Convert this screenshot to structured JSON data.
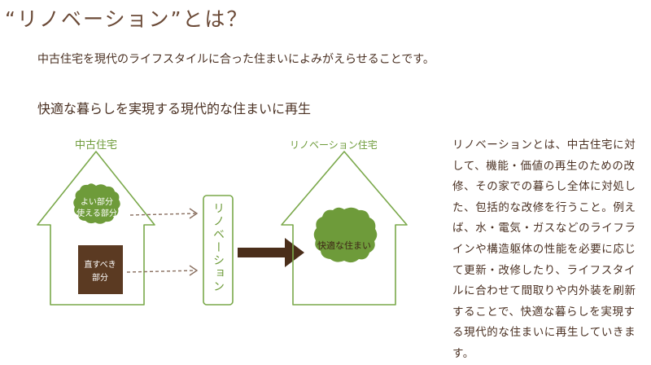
{
  "page": {
    "title": "“リノベーション”とは？",
    "lead": "中古住宅を現代のライフスタイルに合った住まいによみがえらせることです。",
    "subheading": "快適な暮らしを実現する現代的な住まいに再生"
  },
  "diagram": {
    "left_house_label": "中古住宅",
    "good_parts_line1": "よい部分",
    "good_parts_line2": "使える部分",
    "fix_parts_line1": "直すべき",
    "fix_parts_line2": "部分",
    "process_label": "リノベーション",
    "right_house_label": "リノベーション住宅",
    "result_label": "快適な住まい"
  },
  "description": "リノベーションとは、中古住宅に対して、機能・価値の再生のための改修、その家での暮らし全体に対処した、包括的な改修を行うこと。例えば、水・電気・ガスなどのライフラインや構造躯体の性能を必要に応じて更新・改修したり、ライフスタイルに合わせて間取りや内外装を刷新することで、快適な暮らしを実現する現代的な住まいに再生していきます。",
  "colors": {
    "green": "#6e9b3a",
    "green_dark": "#4e7a2a",
    "brown": "#5b3a22",
    "arrow": "#4a2e1a"
  }
}
